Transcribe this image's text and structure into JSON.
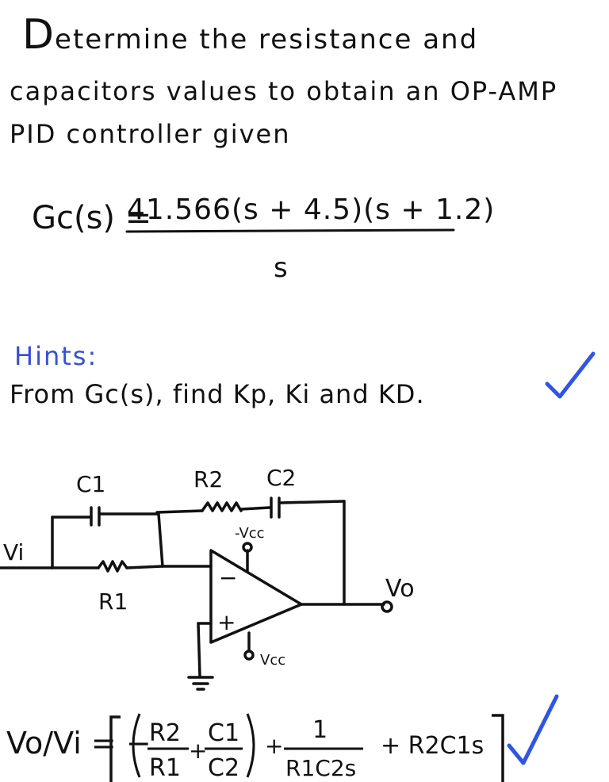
{
  "problem": {
    "line1_first": "D",
    "line1_rest": "etermine the resistance and",
    "line2": "capacitors values to obtain an OP-AMP",
    "line3": "PID controller given"
  },
  "transfer_function": {
    "lhs": "Gc(s) =",
    "numerator": "41.566(s + 4.5)(s + 1.2)",
    "denominator": "s"
  },
  "hints": {
    "heading": "Hints:",
    "text": "From Gc(s), find Kp, Ki and KD."
  },
  "circuit": {
    "labels": {
      "c1": "C1",
      "r2": "R2",
      "c2": "C2",
      "vi": "Vi",
      "r1": "R1",
      "neg_vcc": "-Vcc",
      "vcc": "Vcc",
      "vo": "Vo",
      "minus": "−",
      "plus": "+"
    }
  },
  "result": {
    "lhs": "Vo/Vi = −",
    "term1_num": "R2",
    "term1_den": "R1",
    "term2_num": "C1",
    "term2_den": "C2",
    "term3_num": "1",
    "term3_den": "R1C2s",
    "term4": "+ R2C1s",
    "plus1": "+",
    "plus2": "+"
  },
  "colors": {
    "ink": "#111111",
    "hint_blue": "#3550d6",
    "check_blue": "#2f55e6"
  }
}
